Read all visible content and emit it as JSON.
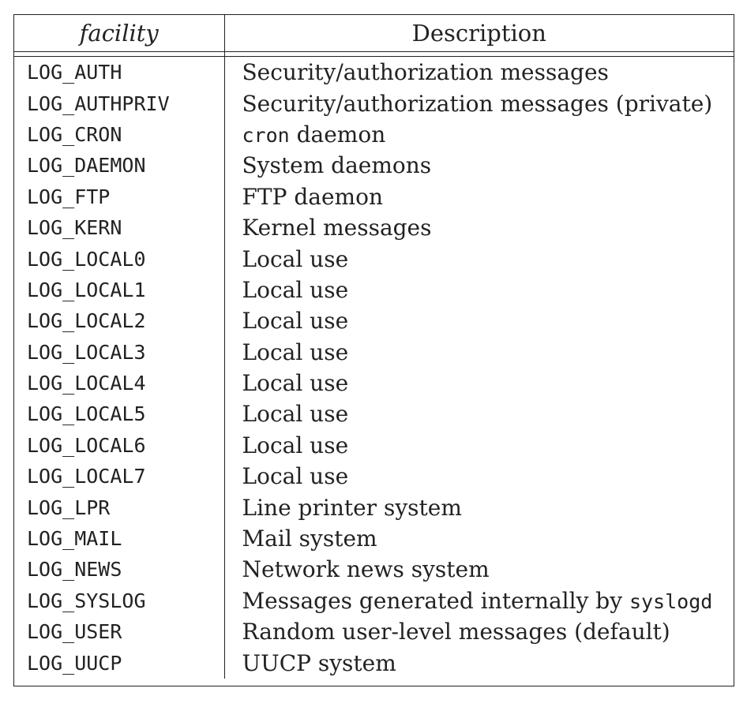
{
  "table": {
    "header": {
      "facility": "facility",
      "description": "Description"
    },
    "rows": [
      {
        "facility": "LOG_AUTH",
        "desc_pre": "Security/authorization messages",
        "desc_code": "",
        "desc_post": ""
      },
      {
        "facility": "LOG_AUTHPRIV",
        "desc_pre": "Security/authorization messages (private)",
        "desc_code": "",
        "desc_post": ""
      },
      {
        "facility": "LOG_CRON",
        "desc_pre": "",
        "desc_code": "cron",
        "desc_post": " daemon"
      },
      {
        "facility": "LOG_DAEMON",
        "desc_pre": "System daemons",
        "desc_code": "",
        "desc_post": ""
      },
      {
        "facility": "LOG_FTP",
        "desc_pre": "FTP daemon",
        "desc_code": "",
        "desc_post": ""
      },
      {
        "facility": "LOG_KERN",
        "desc_pre": "Kernel messages",
        "desc_code": "",
        "desc_post": ""
      },
      {
        "facility": "LOG_LOCAL0",
        "desc_pre": "Local use",
        "desc_code": "",
        "desc_post": ""
      },
      {
        "facility": "LOG_LOCAL1",
        "desc_pre": "Local use",
        "desc_code": "",
        "desc_post": ""
      },
      {
        "facility": "LOG_LOCAL2",
        "desc_pre": "Local use",
        "desc_code": "",
        "desc_post": ""
      },
      {
        "facility": "LOG_LOCAL3",
        "desc_pre": "Local use",
        "desc_code": "",
        "desc_post": ""
      },
      {
        "facility": "LOG_LOCAL4",
        "desc_pre": "Local use",
        "desc_code": "",
        "desc_post": ""
      },
      {
        "facility": "LOG_LOCAL5",
        "desc_pre": "Local use",
        "desc_code": "",
        "desc_post": ""
      },
      {
        "facility": "LOG_LOCAL6",
        "desc_pre": "Local use",
        "desc_code": "",
        "desc_post": ""
      },
      {
        "facility": "LOG_LOCAL7",
        "desc_pre": "Local use",
        "desc_code": "",
        "desc_post": ""
      },
      {
        "facility": "LOG_LPR",
        "desc_pre": "Line printer system",
        "desc_code": "",
        "desc_post": ""
      },
      {
        "facility": "LOG_MAIL",
        "desc_pre": "Mail system",
        "desc_code": "",
        "desc_post": ""
      },
      {
        "facility": "LOG_NEWS",
        "desc_pre": "Network news system",
        "desc_code": "",
        "desc_post": ""
      },
      {
        "facility": "LOG_SYSLOG",
        "desc_pre": "Messages generated internally by ",
        "desc_code": "syslogd",
        "desc_post": ""
      },
      {
        "facility": "LOG_USER",
        "desc_pre": "Random user-level messages (default)",
        "desc_code": "",
        "desc_post": ""
      },
      {
        "facility": "LOG_UUCP",
        "desc_pre": "UUCP system",
        "desc_code": "",
        "desc_post": ""
      }
    ]
  }
}
